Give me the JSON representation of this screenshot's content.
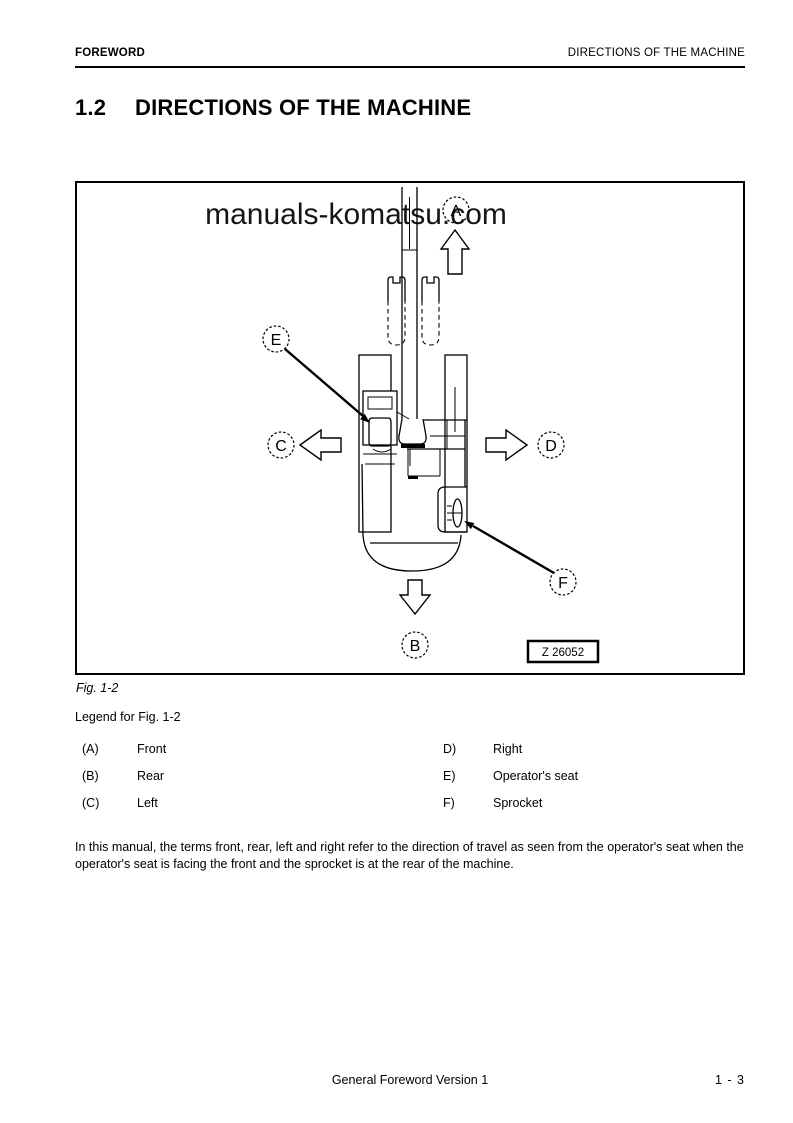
{
  "header": {
    "left": "FOREWORD",
    "right": "DIRECTIONS OF THE MACHINE"
  },
  "title": {
    "number": "1.2",
    "text": "DIRECTIONS OF THE MACHINE"
  },
  "figure": {
    "watermark": "manuals-komatsu.com",
    "drawing_number": "Z 26052",
    "caption": "Fig. 1-2",
    "labels": {
      "a": "A",
      "b": "B",
      "c": "C",
      "d": "D",
      "e": "E",
      "f": "F"
    }
  },
  "legend": {
    "heading": "Legend for Fig. 1-2",
    "rows": [
      {
        "left_key": "(A)",
        "left_value": "Front",
        "right_key": "D)",
        "right_value": "Right"
      },
      {
        "left_key": "(B)",
        "left_value": "Rear",
        "right_key": "E)",
        "right_value": "Operator's seat"
      },
      {
        "left_key": "(C)",
        "left_value": "Left",
        "right_key": "F)",
        "right_value": "Sprocket"
      }
    ]
  },
  "body_text": "In this manual, the terms front, rear, left and right refer to the direction of travel as seen from the operator's seat when the operator's seat is facing the front and the sprocket is at the rear of the machine.",
  "footer": {
    "center": "General Foreword Version 1",
    "right": "1 - 3"
  },
  "colors": {
    "ink": "#000000",
    "paper": "#ffffff"
  }
}
